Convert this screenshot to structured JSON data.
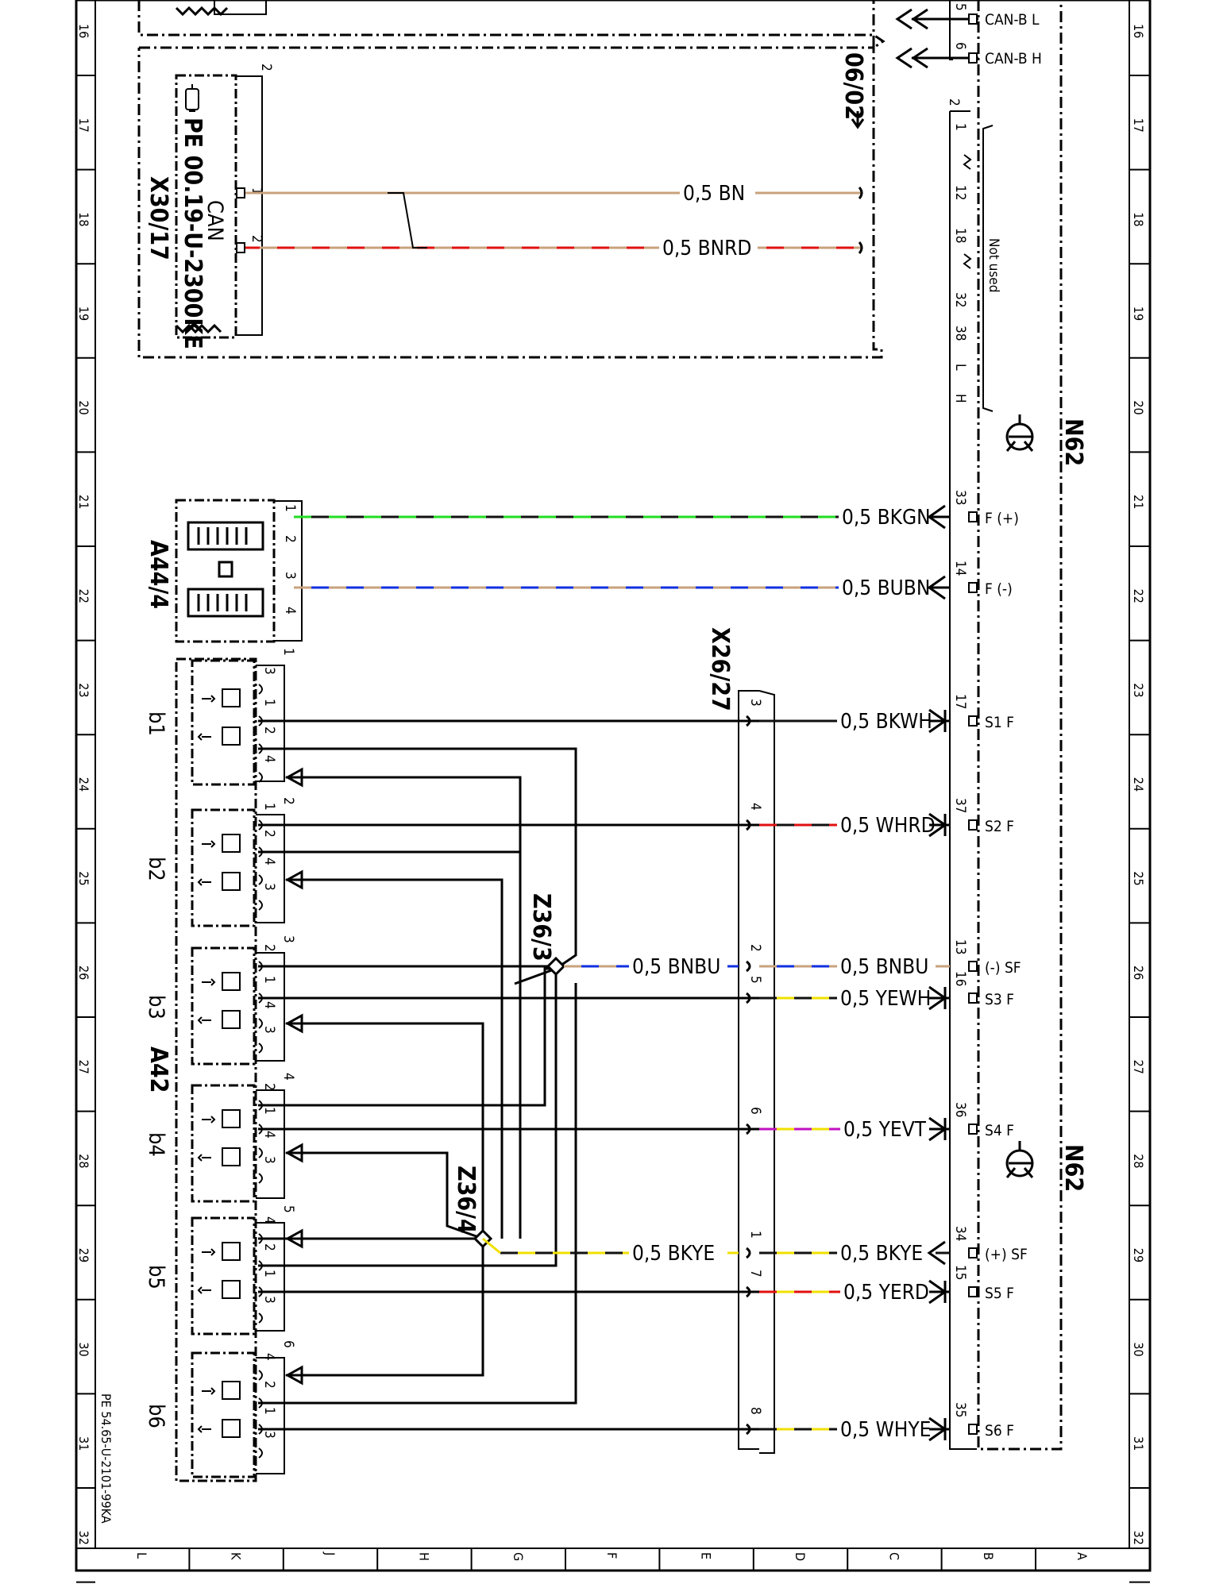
{
  "grid": {
    "rows": [
      "16",
      "17",
      "18",
      "19",
      "20",
      "21",
      "22",
      "23",
      "24",
      "25",
      "26",
      "27",
      "28",
      "29",
      "30",
      "31",
      "32"
    ],
    "cols": [
      "L",
      "K",
      "J",
      "H",
      "G",
      "F",
      "E",
      "D",
      "C",
      "B",
      "A"
    ]
  },
  "sheet_ref": "PE 54.65-U-2101-99KA",
  "date_ref": "06/02",
  "components": {
    "can_connector": {
      "name": "X30/17",
      "ref": "PE 00.19-U-2300KE",
      "sub": "CAN",
      "pins": [
        "1",
        "2"
      ],
      "label": "2"
    },
    "a44": {
      "name": "A44/4",
      "pins": [
        "1",
        "2",
        "3",
        "4"
      ]
    },
    "a42": {
      "name": "A42",
      "sensors": [
        "b1",
        "b2",
        "b3",
        "b4",
        "b5",
        "b6"
      ],
      "sensor_numbers": [
        "1",
        "2",
        "3",
        "4",
        "5",
        "6"
      ]
    },
    "x26": {
      "name": "X26/27"
    },
    "z36_3": {
      "name": "Z36/3"
    },
    "z36_4": {
      "name": "Z36/4"
    },
    "n62": {
      "name": "N62",
      "label2": "2"
    }
  },
  "n62_upper": {
    "pins": [
      "5",
      "6"
    ],
    "signals": [
      "CAN-B L",
      "CAN-B H"
    ],
    "unused_pins": [
      "1",
      "12",
      "18",
      "32",
      "38",
      "L",
      "H"
    ],
    "not_used": "Not used"
  },
  "sensor_pins": {
    "b1": [
      "3",
      "1",
      "2",
      "4"
    ],
    "b2": [
      "1",
      "2",
      "4",
      "3"
    ],
    "b3": [
      "2",
      "1",
      "4",
      "3"
    ],
    "b4": [
      "2",
      "1",
      "4",
      "3"
    ],
    "b5": [
      "4",
      "2",
      "1",
      "3"
    ],
    "b6": [
      "4",
      "2",
      "1",
      "3"
    ]
  },
  "can_wires": [
    {
      "label": "0,5 BN",
      "colors": [
        "#c8a27c",
        "#c8a27c"
      ]
    },
    {
      "label": "0,5 BNRD",
      "colors": [
        "#c8a27c",
        "#e01010"
      ]
    }
  ],
  "a44_wires": [
    {
      "label": "0,5 BKGN",
      "pin": "33",
      "signal": "F (+)",
      "colors": [
        "#111111",
        "#22dd22"
      ]
    },
    {
      "label": "0,5 BUBN",
      "pin": "14",
      "signal": "F (-)",
      "colors": [
        "#1030e0",
        "#c8a27c"
      ]
    }
  ],
  "n62_wires": [
    {
      "label": "0,5 BKWH",
      "x26pin": "3",
      "pin": "17",
      "signal": "S1 F",
      "colors": [
        "#111111",
        "#111111"
      ]
    },
    {
      "label": "0,5 WHRD",
      "x26pin": "4",
      "pin": "37",
      "signal": "S2 F",
      "colors": [
        "#111111",
        "#e01010"
      ]
    },
    {
      "label": "0,5 BNBU",
      "x26pin": "2",
      "pin": "13",
      "signal": "(-) SF",
      "colors": [
        "#1030e0",
        "#c8a27c"
      ]
    },
    {
      "label": "0,5 YEWH",
      "x26pin": "5",
      "pin": "16",
      "signal": "S3 F",
      "colors": [
        "#f0e000",
        "#111111"
      ]
    },
    {
      "label": "0,5 YEVT",
      "x26pin": "6",
      "pin": "36",
      "signal": "S4 F",
      "colors": [
        "#f0e000",
        "#c010c0"
      ]
    },
    {
      "label": "0,5 BKYE",
      "x26pin": "1",
      "pin": "34",
      "signal": "(+) SF",
      "colors": [
        "#f0e000",
        "#111111"
      ]
    },
    {
      "label": "0,5 YERD",
      "x26pin": "7",
      "pin": "15",
      "signal": "S5 F",
      "colors": [
        "#f0e000",
        "#e01010"
      ]
    },
    {
      "label": "0,5 WHYE",
      "x26pin": "8",
      "pin": "35",
      "signal": "S6 F",
      "colors": [
        "#f0e000",
        "#111111"
      ]
    }
  ],
  "splice_wires": [
    {
      "label": "0,5 BNBU",
      "colors": [
        "#1030e0",
        "#c8a27c"
      ]
    },
    {
      "label": "0,5 BKYE",
      "colors": [
        "#f0e000",
        "#111111"
      ]
    }
  ]
}
